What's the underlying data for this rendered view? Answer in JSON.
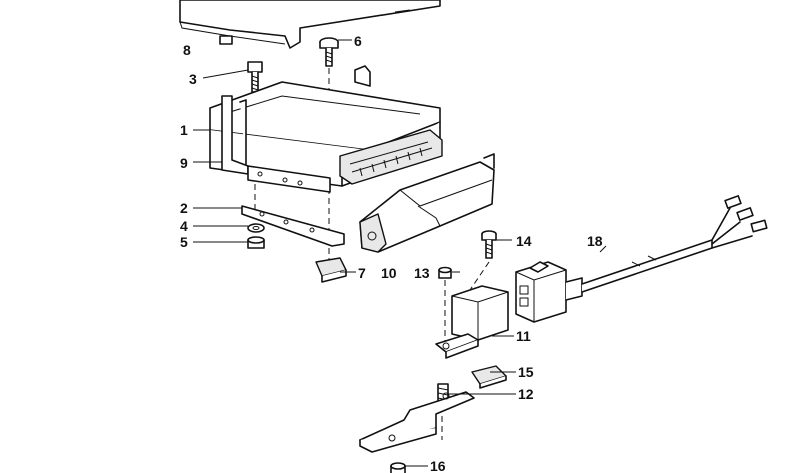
{
  "callouts": {
    "c1": "1",
    "c2": "2",
    "c3": "3",
    "c4": "4",
    "c5": "5",
    "c6": "6",
    "c7": "7",
    "c8": "8",
    "c9": "9",
    "c10": "10",
    "c11": "11",
    "c12": "12",
    "c13": "13",
    "c14": "14",
    "c15": "15",
    "c16": "16",
    "c18": "18"
  },
  "colors": {
    "line": "#111111",
    "background": "#ffffff",
    "shade": "#e8e8e8"
  }
}
